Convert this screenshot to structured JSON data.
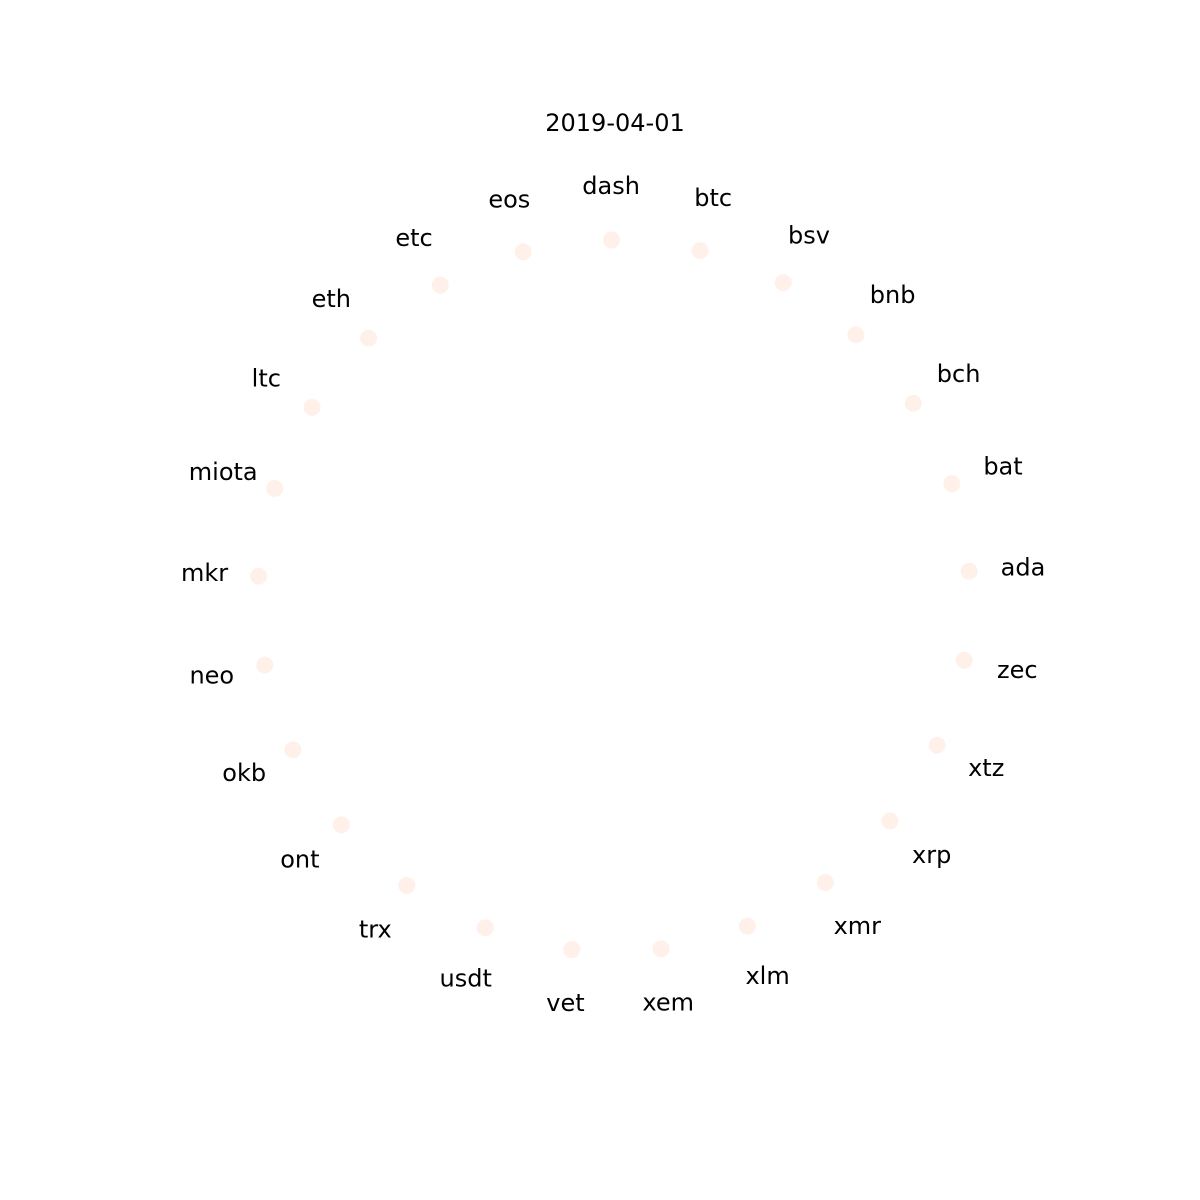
{
  "title": "2019-04-01",
  "node_color": "#fff1ea",
  "label_color": "#000000",
  "nodes": [
    "btc",
    "bsv",
    "bnb",
    "bch",
    "bat",
    "ada",
    "zec",
    "xtz",
    "xrp",
    "xmr",
    "xlm",
    "xem",
    "vet",
    "usdt",
    "trx",
    "ont",
    "okb",
    "neo",
    "mkr",
    "miota",
    "ltc",
    "eth",
    "etc",
    "eos",
    "dash"
  ],
  "edges": []
}
